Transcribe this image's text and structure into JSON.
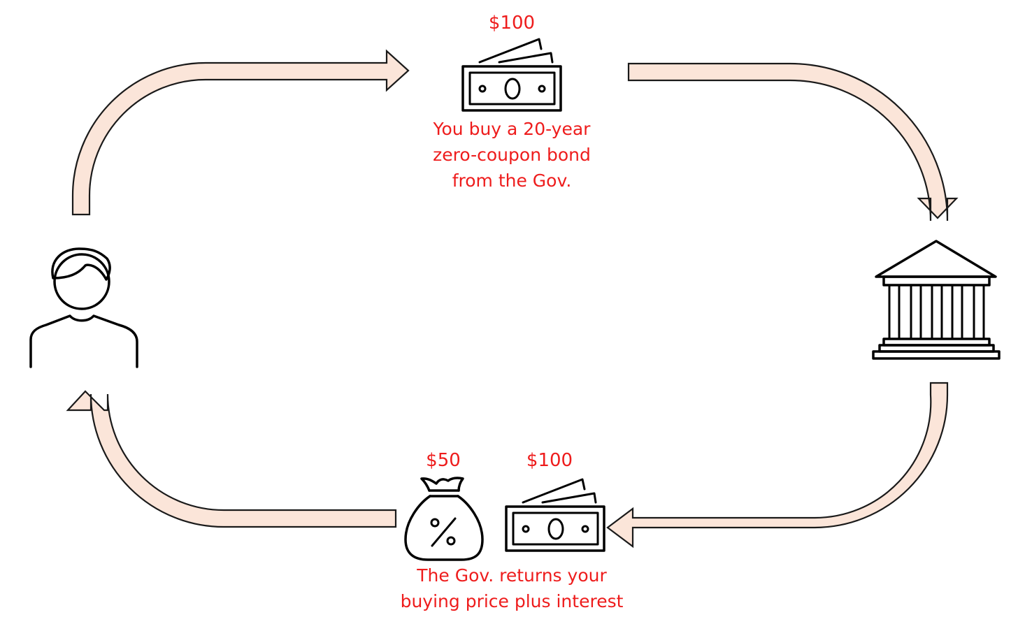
{
  "diagram": {
    "top": {
      "amount": "$100",
      "caption_lines": [
        "You buy a 20-year",
        "zero-coupon bond",
        "from the Gov."
      ]
    },
    "bottom": {
      "interest_amount": "$50",
      "principal_amount": "$100",
      "caption_lines": [
        "The Gov. returns your",
        "buying price plus interest"
      ]
    },
    "icons": {
      "person": "person-icon",
      "government": "government-building-icon",
      "top_bill": "dollar-bill-icon",
      "bottom_bill": "dollar-bill-icon",
      "interest_bag": "percent-money-bag-icon"
    },
    "colors": {
      "text": "#ee1c1c",
      "arrow_fill": "#fbe5d9",
      "arrow_stroke": "#1a1a1a",
      "icon": "#000000"
    }
  }
}
